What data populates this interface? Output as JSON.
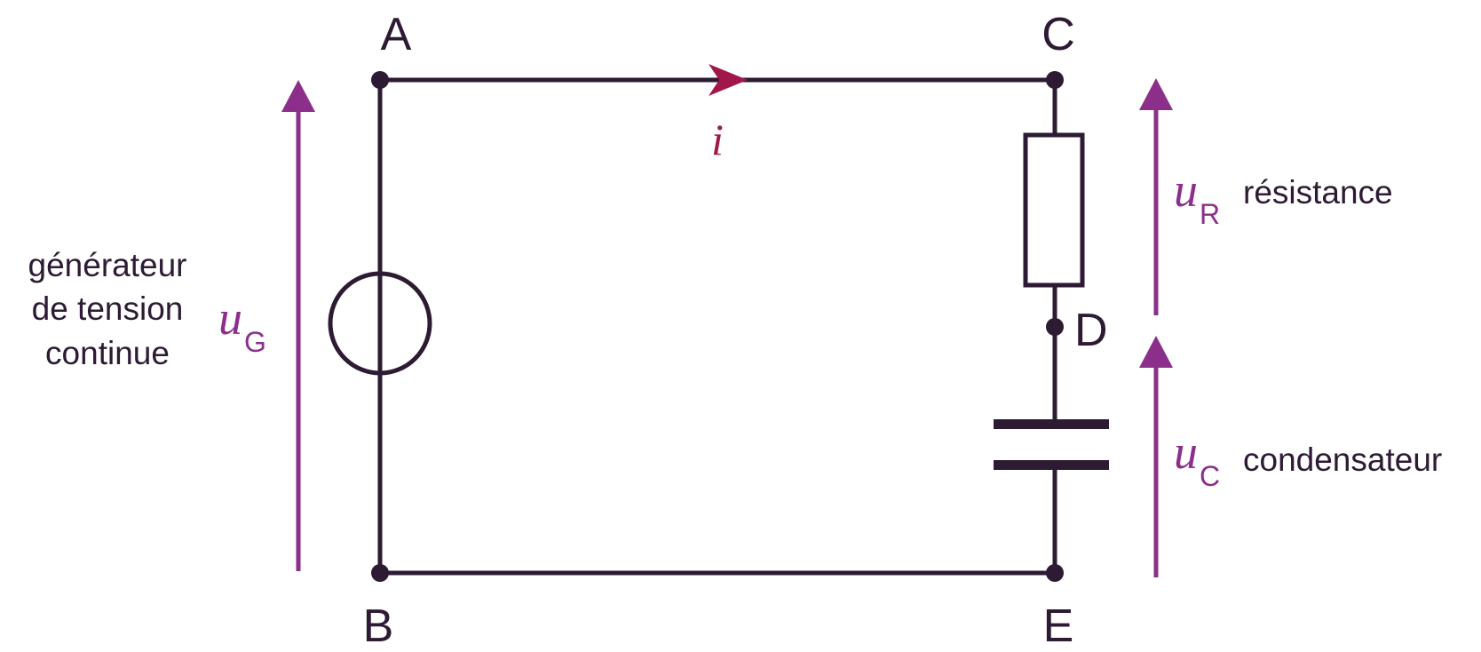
{
  "colors": {
    "wire": "#2d1a33",
    "voltage": "#8b2f8a",
    "current": "#a1174a"
  },
  "nodes": {
    "A": "A",
    "B": "B",
    "C": "C",
    "D": "D",
    "E": "E"
  },
  "current": {
    "symbol": "i"
  },
  "generator": {
    "label_line1": "générateur",
    "label_line2": "de tension",
    "label_line3": "continue",
    "voltage_symbol": "u",
    "voltage_sub": "G"
  },
  "resistor": {
    "voltage_symbol": "u",
    "voltage_sub": "R",
    "label": "résistance"
  },
  "capacitor": {
    "voltage_symbol": "u",
    "voltage_sub": "C",
    "label": "condensateur"
  }
}
